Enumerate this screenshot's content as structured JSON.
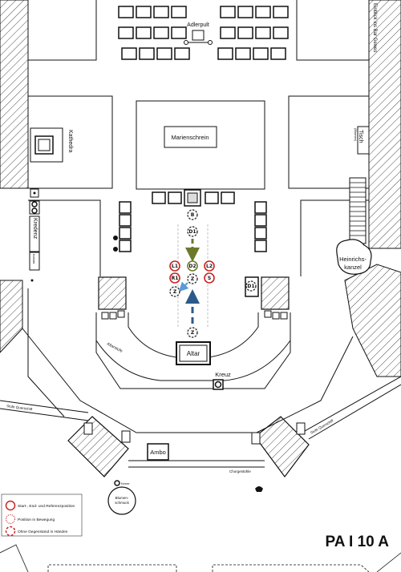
{
  "labels": {
    "adlerpult": "Adlerpult",
    "vertical_note": "Einblick ins Bar Gewes",
    "marienschrein": "Marienschrein",
    "tisch": "Tisch",
    "tisch_sub": "(Blumen)",
    "kathedra": "Kathedra",
    "kredenz": "Kredenz",
    "kredenz_sub": "Kollekte",
    "heinrichs_1": "Heinrichs-",
    "heinrichs_2": "kanzel",
    "altar": "Altar",
    "kreuz": "Kreuz",
    "ambo": "Ambo",
    "blumen_1": "Blumen-",
    "blumen_2": "schmuck",
    "kerze": "Kerze",
    "stufe_left": "Stufe Querschiff",
    "stufe_right": "Stufe Querschiff",
    "stufe_bottom": "Chorgestühle",
    "altarstufe": "Altarstufe",
    "page_code": "PA I 10 A"
  },
  "markers": [
    {
      "code": "B",
      "style": "dashed",
      "color": "#222222"
    },
    {
      "code": "D1",
      "style": "dashed",
      "color": "#222222"
    },
    {
      "code": "L1",
      "style": "solid",
      "color": "#cc2222"
    },
    {
      "code": "D2",
      "style": "solid",
      "color": "#6b7a2a"
    },
    {
      "code": "L2",
      "style": "solid",
      "color": "#cc2222"
    },
    {
      "code": "R1",
      "style": "solid",
      "color": "#cc2222"
    },
    {
      "code": "Z",
      "style": "dashed",
      "color": "#222222"
    },
    {
      "code": "S",
      "style": "solid",
      "color": "#cc2222"
    },
    {
      "code": "Z",
      "style": "dashed",
      "color": "#222222"
    },
    {
      "code": "D1",
      "style": "dashed",
      "color": "#222222"
    },
    {
      "code": "Z",
      "style": "dashed",
      "color": "#222222"
    }
  ],
  "legend": [
    {
      "text": "Start-, End- und Referenzposition",
      "style": "solid",
      "color": "#cc2222"
    },
    {
      "text": "Position in Bewegung",
      "style": "dotted",
      "color": "#cc2222"
    },
    {
      "text": "Ohne Gegenstand in Händen",
      "style": "dashed",
      "color": "#cc2222"
    }
  ],
  "colors": {
    "line": "#111111",
    "red": "#cc2222",
    "olive": "#6b7a2a",
    "blue": "#2b5a8a",
    "lightblue": "#5b9bd5"
  }
}
